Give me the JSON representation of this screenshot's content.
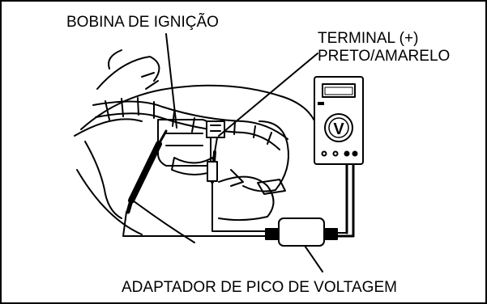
{
  "labels": {
    "ignition_coil": "BOBINA DE IGNIÇÃO",
    "terminal_line1": "TERMINAL (+)",
    "terminal_line2": "PRETO/AMARELO",
    "adapter": "ADAPTADOR DE PICO DE VOLTAGEM"
  },
  "meter": {
    "mode_symbol": "V"
  },
  "colors": {
    "line": "#000000",
    "background": "#ffffff"
  }
}
